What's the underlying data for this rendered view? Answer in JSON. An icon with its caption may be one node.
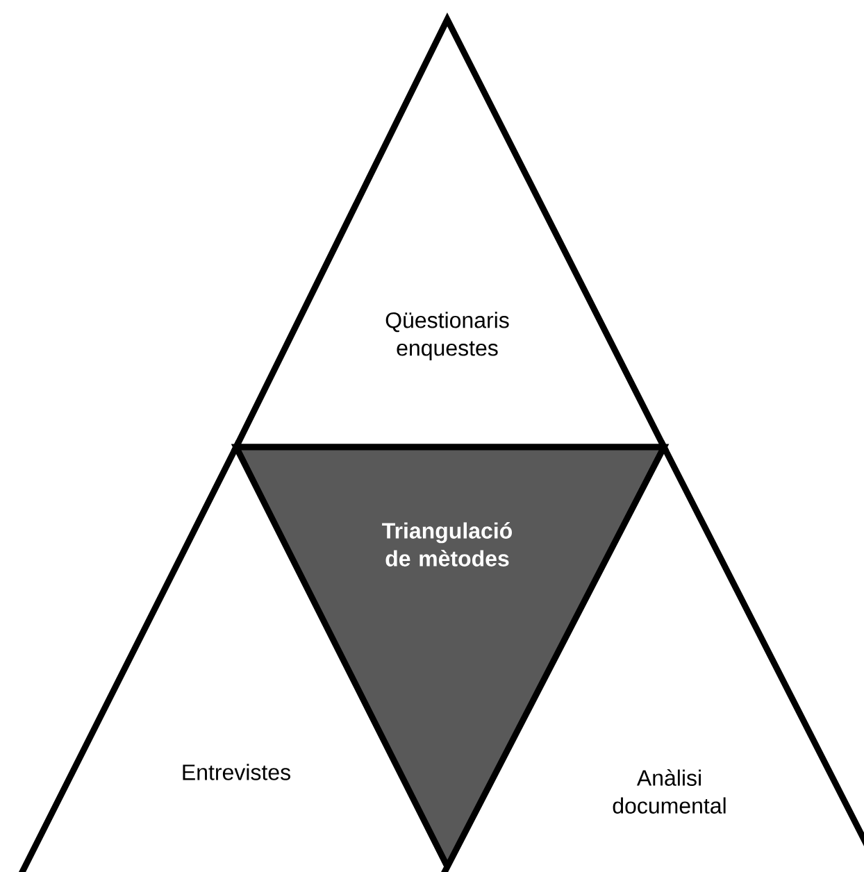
{
  "diagram": {
    "nodes": [
      {
        "text": [
          "Qüestionaris enquestes"
        ]
      },
      {
        "text": [
          "Triangulació de mètodes"
        ]
      },
      {
        "text": [
          "Entrevistes"
        ]
      },
      {
        "text": [
          "Anàlisi documental"
        ]
      }
    ]
  }
}
